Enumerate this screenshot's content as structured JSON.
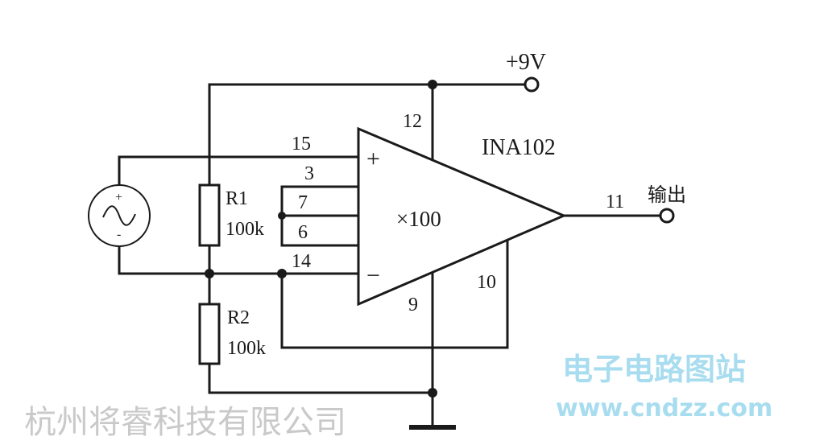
{
  "supply": {
    "label": "+9V"
  },
  "chip": {
    "name": "INA102",
    "gain": "×100"
  },
  "pins": {
    "p12": "12",
    "p15": "15",
    "p3": "3",
    "p7": "7",
    "p6": "6",
    "p14": "14",
    "p9": "9",
    "p10": "10",
    "p11": "11"
  },
  "inputs": {
    "plus": "+",
    "minus": "−"
  },
  "source": {
    "plus": "+",
    "minus": "-"
  },
  "resistors": [
    {
      "name": "R1",
      "value": "100k"
    },
    {
      "name": "R2",
      "value": "100k"
    }
  ],
  "output": {
    "label": "输出"
  },
  "watermarks": {
    "company": "杭州将睿科技有限公司",
    "site_cn": "电子电路图站",
    "site_url": "www.cndzz.com"
  }
}
